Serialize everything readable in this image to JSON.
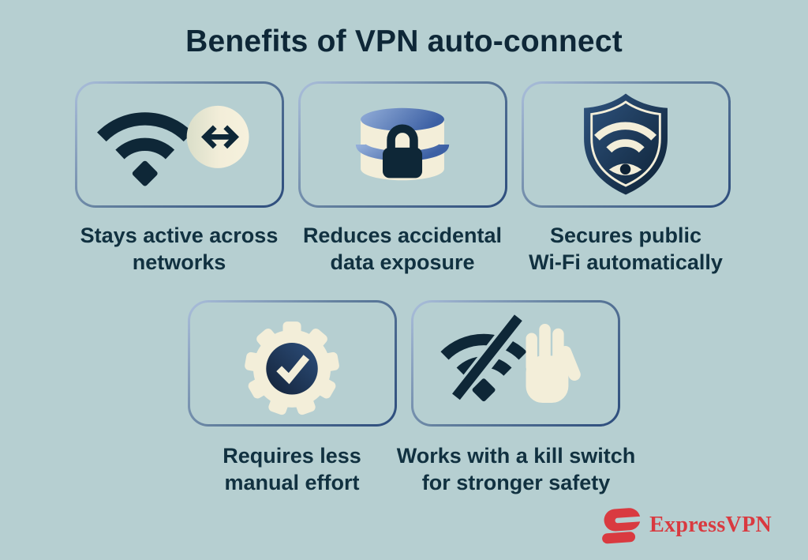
{
  "page": {
    "title": "Benefits of VPN auto-connect"
  },
  "cards": [
    {
      "icon": "wifi-roaming-icon",
      "label_lines": [
        "Stays active across",
        "networks"
      ]
    },
    {
      "icon": "database-lock-icon",
      "label_lines": [
        "Reduces accidental",
        "data exposure"
      ]
    },
    {
      "icon": "shield-wifi-eye-icon",
      "label_lines": [
        "Secures public",
        "Wi-Fi automatically"
      ]
    },
    {
      "icon": "gear-checkmark-icon",
      "label_lines": [
        "Requires less",
        "manual effort"
      ]
    },
    {
      "icon": "wifi-off-hand-icon",
      "label_lines": [
        "Works with a kill switch",
        "for stronger safety"
      ]
    }
  ],
  "footer": {
    "brand": "ExpressVPN"
  },
  "colors": {
    "bg": "#b6cfd1",
    "ink": "#0e2737",
    "text_navy": "#113140",
    "cream": "#f3eed9",
    "red": "#d93a40",
    "border_light": "#abbfdb",
    "border_dark": "#2c4c7c",
    "db_blue_light": "#93aed9",
    "db_blue_dark": "#3c60a4",
    "shield_blue_light": "#2f5480",
    "shield_blue_dark": "#0d2134"
  }
}
